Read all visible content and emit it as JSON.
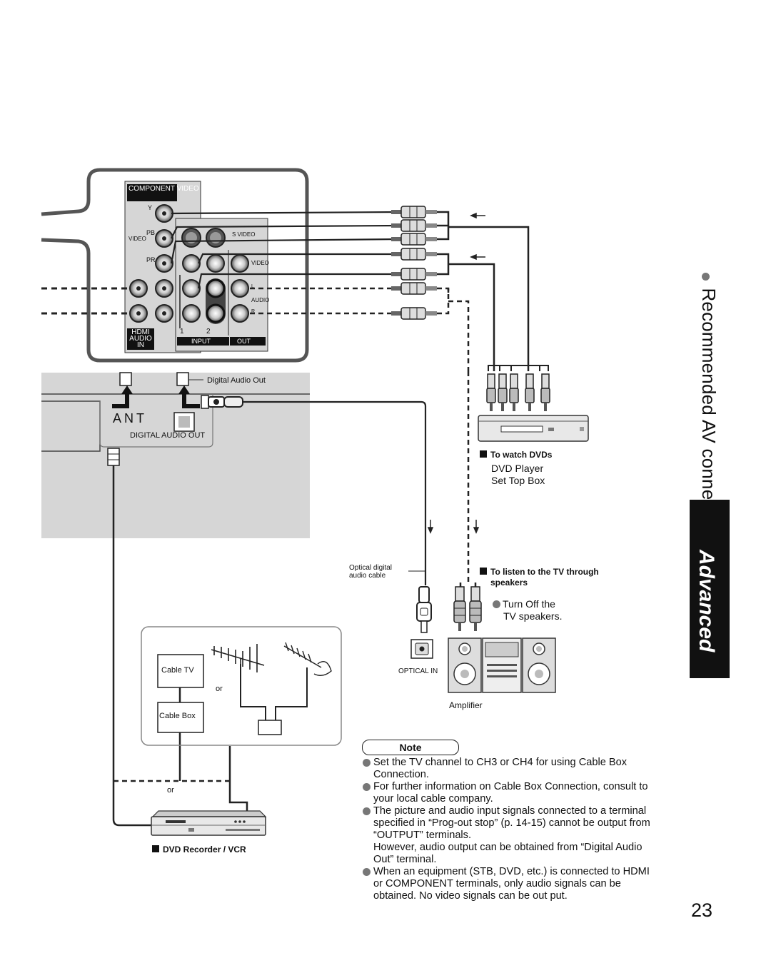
{
  "section_title": "Recommended AV connections",
  "tab_label": "Advanced",
  "page_number": "23",
  "tv_panel": {
    "component_header": "COMPONENT VIDEO INPUT",
    "y": "Y",
    "pb": "PB",
    "pr": "PR",
    "video": "VIDEO",
    "s_video": "S VIDEO",
    "video_label": "VIDEO",
    "audio_label": "AUDIO",
    "l": "L",
    "r": "R",
    "hdmi_audio_in": "HDMI AUDIO IN",
    "input_1": "1",
    "input_2": "2",
    "input_label": "INPUT",
    "out_label": "OUT"
  },
  "rear": {
    "ant": "ANT",
    "digital_audio_out": "DIGITAL AUDIO OUT",
    "digital_audio_out_callout": "Digital Audio Out"
  },
  "dvd_section": {
    "heading": "To watch DVDs",
    "line1": "DVD Player",
    "line2": "Set Top Box"
  },
  "speaker_section": {
    "heading_line1": "To listen to the TV through",
    "heading_line2": "speakers",
    "bullet_line1": "Turn Off the",
    "bullet_line2": "TV speakers.",
    "optical_cable_line1": "Optical digital",
    "optical_cable_line2": "audio cable",
    "optical_in": "OPTICAL IN",
    "amplifier": "Amplifier"
  },
  "antenna_box": {
    "cable_tv": "Cable TV",
    "or": "or",
    "cable_box": "Cable Box"
  },
  "bottom_or": "or",
  "recorder_label": "DVD Recorder / VCR",
  "note": {
    "title": "Note",
    "items": [
      {
        "lines": [
          "Set the TV channel to CH3 or CH4 for using Cable Box",
          "Connection."
        ]
      },
      {
        "lines": [
          "For further information on Cable Box Connection, consult to",
          "your local cable company."
        ]
      },
      {
        "lines": [
          "The picture and audio input signals connected to a terminal",
          "specified in “Prog-out stop” (p. 14-15) cannot be output from",
          "“OUTPUT” terminals.",
          "However, audio output can be obtained from “Digital Audio",
          "Out” terminal."
        ]
      },
      {
        "lines": [
          "When an equipment (STB, DVD, etc.) is connected to HDMI",
          "or COMPONENT terminals, only audio signals can be",
          "obtained. No video signals can be out put."
        ]
      }
    ]
  }
}
